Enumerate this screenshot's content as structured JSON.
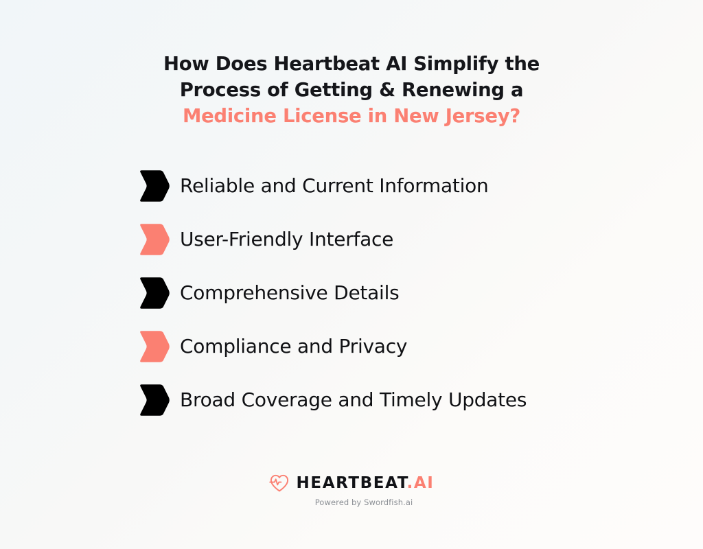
{
  "colors": {
    "accent": "#fb8072",
    "dark": "#101114",
    "background_start": "#f1f6f9",
    "background_end": "#fefcfb",
    "tagline_gray": "#8b8f95"
  },
  "title": {
    "line1": "How Does Heartbeat AI Simplify the",
    "line2": "Process of Getting & Renewing a",
    "line3": "Medicine License in New Jersey?"
  },
  "list": {
    "items": [
      {
        "label": "Reliable and Current Information",
        "marker_color": "#000000",
        "marker_icon": "chevron-arrow-bullet-icon"
      },
      {
        "label": "User-Friendly Interface",
        "marker_color": "#fb8072",
        "marker_icon": "chevron-arrow-bullet-icon"
      },
      {
        "label": "Comprehensive Details",
        "marker_color": "#000000",
        "marker_icon": "chevron-arrow-bullet-icon"
      },
      {
        "label": "Compliance and Privacy",
        "marker_color": "#fb8072",
        "marker_icon": "chevron-arrow-bullet-icon"
      },
      {
        "label": "Broad Coverage and Timely Updates",
        "marker_color": "#000000",
        "marker_icon": "chevron-arrow-bullet-icon"
      }
    ]
  },
  "logo": {
    "icon": "heart-pulse-icon",
    "brand": "HEARTBEAT",
    "suffix": ".AI",
    "tagline": "Powered by Swordfish.ai"
  }
}
